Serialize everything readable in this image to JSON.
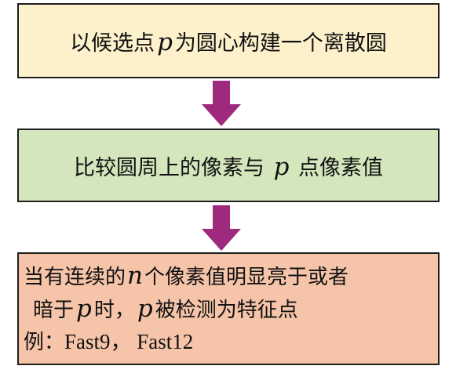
{
  "colors": {
    "box1_fill": "#fdf1cc",
    "box2_fill": "#d4e6bc",
    "box3_fill": "#f5c4a9",
    "arrow_fill": "#9d2a7c",
    "border": "#1e1e1e"
  },
  "steps": [
    {
      "text_before": "以候选点",
      "variable": "p",
      "text_after": "为圆心构建一个离散圆"
    },
    {
      "text_before": "比较圆周上的像素与 ",
      "variable": "p",
      "text_after": " 点像素值"
    },
    {
      "line1_before": "当有连续的",
      "line1_variable": "n",
      "line1_after": "个像素值明显亮于或者",
      "line2_before": "暗于",
      "line2_variable": "p",
      "line2_mid": "时，",
      "line2_variable_b": "p",
      "line2_after": "被检测为特征点",
      "line3_prefix": "例：",
      "line3_examples": "Fast9， Fast12"
    }
  ]
}
